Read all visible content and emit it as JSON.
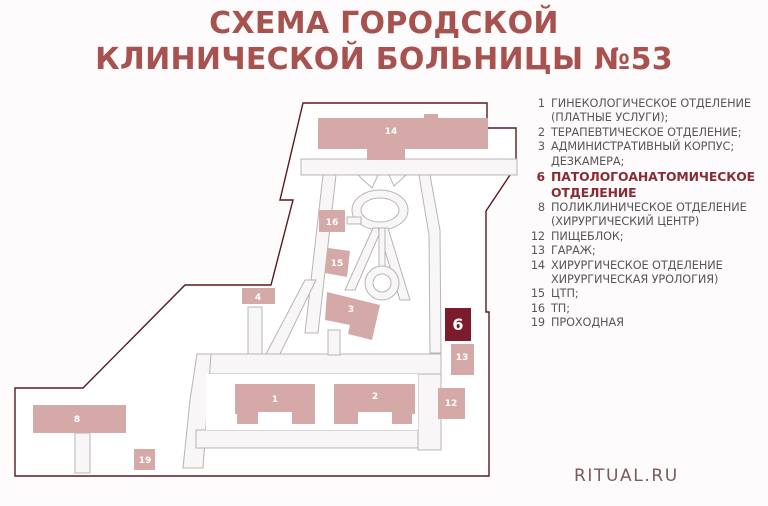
{
  "title": {
    "line1": "СХЕМА ГОРОДСКОЙ",
    "line2": "КЛИНИЧЕСКОЙ БОЛЬНИЦЫ №53"
  },
  "colors": {
    "title": "#a85250",
    "building": "#d4a9a8",
    "highlight": "#7c1b2b",
    "boundary": "#5a1820",
    "road_fill": "#f8f6f6",
    "road_stroke": "#b8b4b5",
    "legend_text": "#5a5457"
  },
  "buildings": {
    "b1": "1",
    "b2": "2",
    "b3": "3",
    "b4": "4",
    "b6": "6",
    "b8": "8",
    "b12": "12",
    "b13": "13",
    "b14": "14",
    "b15": "15",
    "b16": "16",
    "b19": "19"
  },
  "legend": [
    {
      "num": "1",
      "text": "ГИНЕКОЛОГИЧЕСКОЕ ОТДЕЛЕНИЕ (ПЛАТНЫЕ УСЛУГИ);"
    },
    {
      "num": "2",
      "text": "ТЕРАПЕВТИЧЕСКОЕ ОТДЕЛЕНИЕ;"
    },
    {
      "num": "3",
      "text": "АДМИНИСТРАТИВНЫЙ КОРПУС; ДЕЗКАМЕРА;"
    },
    {
      "num": "6",
      "text": "ПАТОЛОГОАНАТОМИЧЕСКОЕ ОТДЕЛЕНИЕ",
      "highlight": true
    },
    {
      "num": "8",
      "text": "ПОЛИКЛИНИЧЕСКОЕ ОТДЕЛЕНИЕ (ХИРУРГИЧЕСКИЙ ЦЕНТР)"
    },
    {
      "num": "12",
      "text": "ПИЩЕБЛОК;"
    },
    {
      "num": "13",
      "text": "ГАРАЖ;"
    },
    {
      "num": "14",
      "text": "ХИРУРГИЧЕСКОЕ ОТДЕЛЕНИЕ ХИРУРГИЧЕСКАЯ УРОЛОГИЯ)"
    },
    {
      "num": "15",
      "text": "ЦТП;"
    },
    {
      "num": "16",
      "text": "ТП;"
    },
    {
      "num": "19",
      "text": "ПРОХОДНАЯ"
    }
  ],
  "logo": {
    "text": "RITUAL.RU"
  }
}
